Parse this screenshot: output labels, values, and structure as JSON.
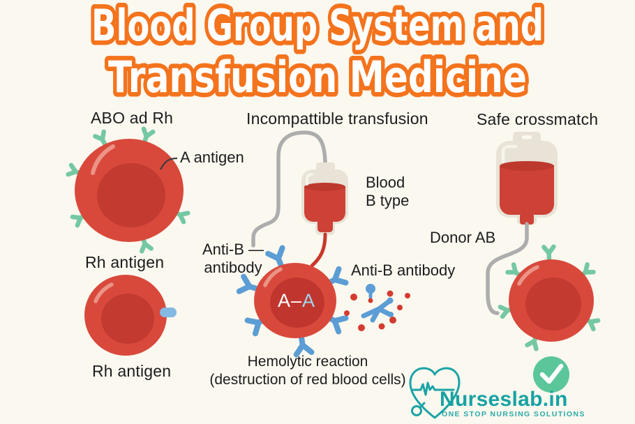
{
  "title": {
    "line1": "Blood Group System and",
    "line2": "Transfusion Medicine"
  },
  "sections": {
    "left": {
      "heading": "ABO ad Rh",
      "a_antigen_label": "A antigen",
      "rh_label_top": "Rh antigen",
      "rh_label_bottom": "Rh antigen"
    },
    "middle": {
      "heading": "Incompattible transfusion",
      "blood_type_line1": "Blood",
      "blood_type_line2": "B type",
      "anti_b_left_line1": "Anti-B —",
      "anti_b_left_line2": "antibody",
      "anti_b_right": "Anti-B antibody",
      "cell_label_white": "A–",
      "cell_label_blue": "A",
      "caption_line1": "Hemolytic reaction",
      "caption_line2": "(destruction of red blood cells)"
    },
    "right": {
      "heading": "Safe crossmatch",
      "donor_label": "Donor AB"
    }
  },
  "branding": {
    "name": "Nurseslab.in",
    "tagline": "ONE STOP NURSING SOLUTIONS"
  },
  "colors": {
    "background": "#FBF8EF",
    "title_stroke": "#F4731D",
    "title_fill": "#FFFFFF",
    "cell_outer": "#D8493C",
    "cell_inner": "#C23A30",
    "antigen_green": "#74C8A2",
    "antibody_blue": "#5B9DD4",
    "rh_antigen_blue": "#83B9E2",
    "bag_body": "#E8E3D6",
    "blood_red": "#CE4136",
    "tube_gray": "#ADADAD",
    "check_green": "#5CC69B",
    "brand_teal": "#17A2A3"
  }
}
